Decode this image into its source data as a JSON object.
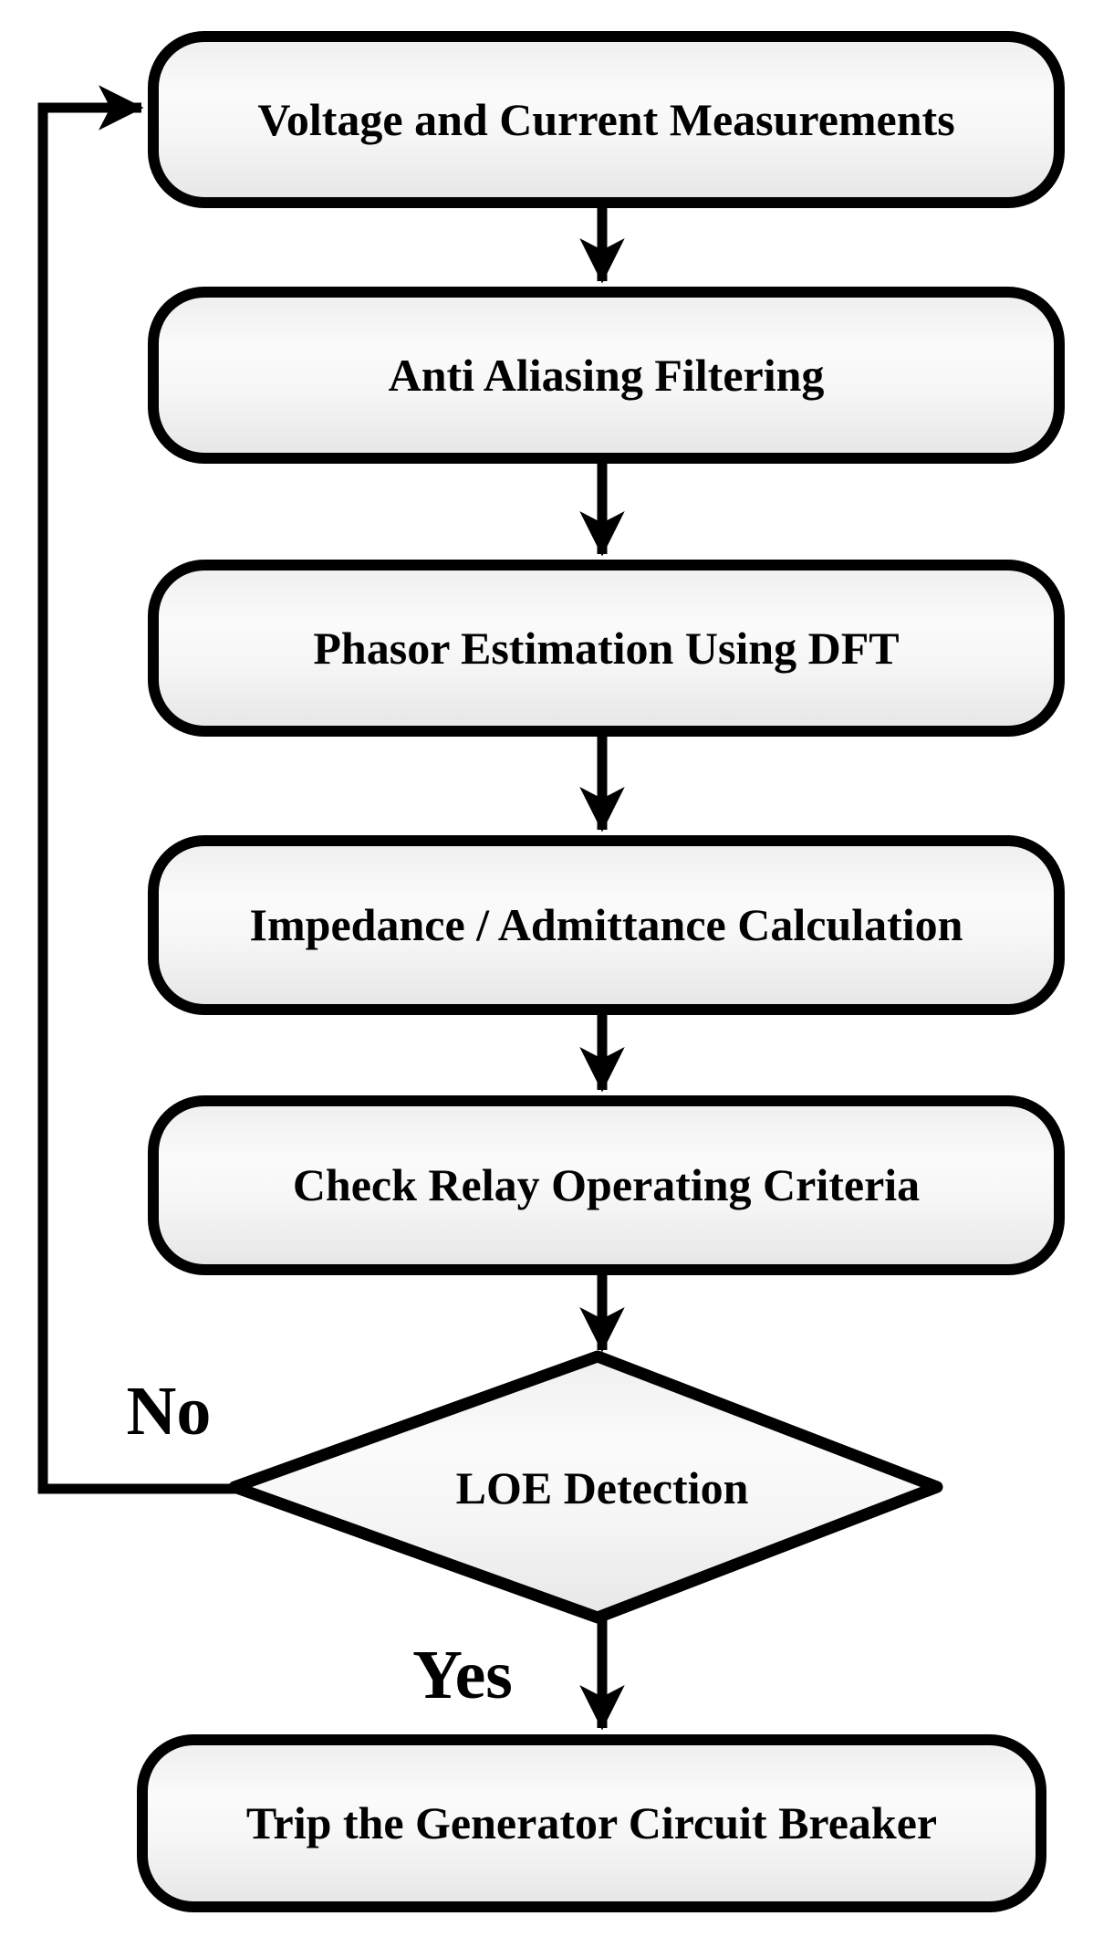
{
  "flowchart": {
    "colors": {
      "background": "#ffffff",
      "stroke": "#000000",
      "node_fill_light": "#fbfbfb",
      "node_fill_dark": "#e7e7e7"
    },
    "nodes": [
      {
        "type": "process",
        "label": "Voltage and Current Measurements"
      },
      {
        "type": "process",
        "label": "Anti Aliasing Filtering"
      },
      {
        "type": "process",
        "label": "Phasor Estimation Using DFT"
      },
      {
        "type": "process",
        "label": "Impedance / Admittance Calculation"
      },
      {
        "type": "process",
        "label": "Check Relay Operating Criteria"
      },
      {
        "type": "decision",
        "label": "LOE Detection"
      },
      {
        "type": "process",
        "label": "Trip the Generator Circuit Breaker"
      }
    ],
    "edge_labels": {
      "no": "No",
      "yes": "Yes"
    }
  }
}
